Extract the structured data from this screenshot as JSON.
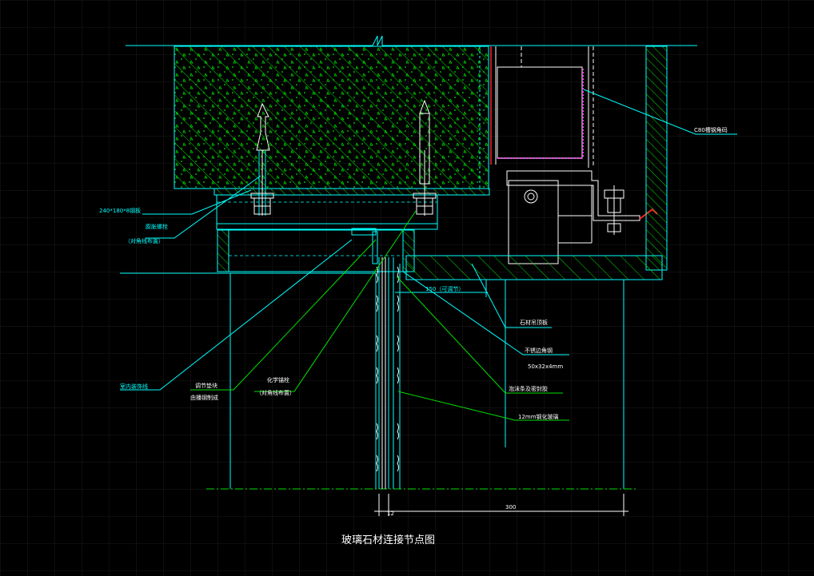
{
  "drawing": {
    "title": "玻璃石材连接节点图",
    "colors": {
      "background": "#000000",
      "grid": "#1c1c1c",
      "cyan": "#00ffff",
      "green": "#00e000",
      "white": "#ffffff",
      "red": "#ff2020",
      "magenta": "#ff40ff"
    },
    "labels": {
      "steel_plate": "240*180*8钢板",
      "expansion_bolt": "膨胀螺栓",
      "expansion_bolt_note": "（对角线布置）",
      "ceiling_line": "室内装饰线",
      "adjust_block": "调节垫块",
      "adjust_block_note": "由播钢制成",
      "chem_anchor": "化学锚栓",
      "chem_anchor_note": "（对角线布置）",
      "c80_stone": "C80槽钢角码",
      "stone_top": "石材吊顶板",
      "ss_angle": "不锈边角钢",
      "ss_angle_size": "50x32x4mm",
      "foam_seal": "泡沫条及密封胶",
      "glass": "12mm钢化玻璃",
      "dim_adjustable": "150（可调节）",
      "dim_12": "12",
      "dim_300": "300"
    }
  }
}
